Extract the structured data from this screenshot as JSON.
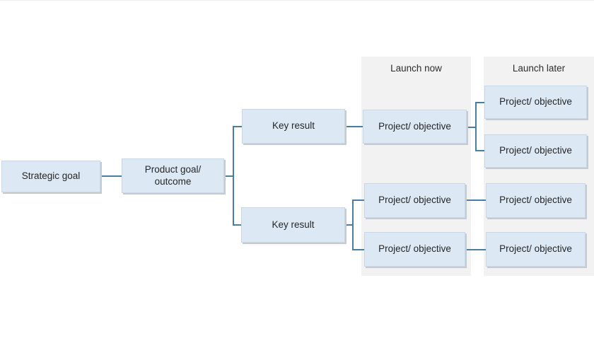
{
  "diagram": {
    "type": "flowchart",
    "description": "Goal cascade diagram from strategic goal to key results and projects, grouped by launch timing",
    "columns": [
      {
        "id": "launch_now",
        "label": "Launch now"
      },
      {
        "id": "launch_later",
        "label": "Launch later"
      }
    ],
    "nodes": {
      "strategic_goal": "Strategic goal",
      "product_goal": "Product goal/ outcome",
      "key_result_1": "Key result",
      "key_result_2": "Key result",
      "now_project_1": "Project/ objective",
      "now_project_2": "Project/ objective",
      "now_project_3": "Project/ objective",
      "later_project_1": "Project/ objective",
      "later_project_2": "Project/ objective",
      "later_project_3": "Project/ objective",
      "later_project_4": "Project/ objective"
    },
    "edges": [
      "strategic_goal -> product_goal",
      "product_goal -> key_result_1",
      "product_goal -> key_result_2",
      "key_result_1 -> now_project_1",
      "key_result_2 -> now_project_2",
      "key_result_2 -> now_project_3",
      "now_project_1 -> later_project_1",
      "now_project_1 -> later_project_2",
      "now_project_2 -> later_project_3",
      "now_project_3 -> later_project_4"
    ],
    "colors": {
      "node_fill": "#dce9f5",
      "node_border": "#c5d7e8",
      "node_shadow": "#c7cbd0",
      "connector": "#4c7d9d",
      "lane_background": "#f2f2f2",
      "text": "#262626",
      "page_background": "#ffffff"
    }
  }
}
